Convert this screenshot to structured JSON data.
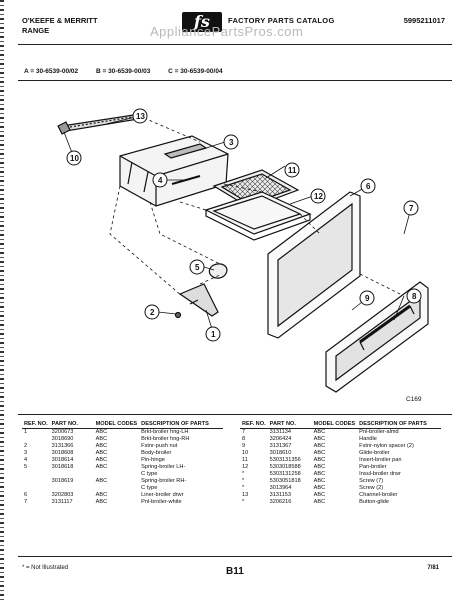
{
  "header": {
    "left_line1": "O'KEEFE & MERRITT",
    "left_line2": "RANGE",
    "logo": "fs",
    "center": "FACTORY PARTS CATALOG",
    "right": "5995211017",
    "watermark": "AppliancePartsPros.com"
  },
  "models": [
    "A = 30-6539-00/02",
    "B = 30-6539-00/03",
    "C = 30-6539-00/04"
  ],
  "diagram": {
    "callouts": [
      "13",
      "10",
      "3",
      "4",
      "11",
      "12",
      "6",
      "7",
      "5",
      "8",
      "9",
      "2",
      "1"
    ],
    "code": "C169"
  },
  "table_left": {
    "headers": {
      "ref": "REF. NO.",
      "part": "PART NO.",
      "codes": "MODEL CODES",
      "desc": "DESCRIPTION OF PARTS"
    },
    "rows": [
      {
        "ref": "1",
        "part": "3200673",
        "codes": "ABC",
        "desc": "Brkt-broiler hng-LH"
      },
      {
        "ref": "",
        "part": "3018690",
        "codes": "ABC",
        "desc": "Brkt-broiler hng-RH"
      },
      {
        "ref": "2",
        "part": "3131366",
        "codes": "ABC",
        "desc": "Fstnr-push nut"
      },
      {
        "ref": "3",
        "part": "3018608",
        "codes": "ABC",
        "desc": "Body-broiler"
      },
      {
        "ref": "4",
        "part": "3018614",
        "codes": "ABC",
        "desc": "Pin-hinge"
      },
      {
        "ref": "5",
        "part": "3018618",
        "codes": "ABC",
        "desc": "Spring-broiler LH-"
      },
      {
        "ref": "",
        "part": "",
        "codes": "",
        "desc": "C type"
      },
      {
        "ref": "",
        "part": "3018619",
        "codes": "ABC",
        "desc": "Spring-broiler RH-"
      },
      {
        "ref": "",
        "part": "",
        "codes": "",
        "desc": "C type"
      },
      {
        "ref": "6",
        "part": "3202803",
        "codes": "ABC",
        "desc": "Liner-broiler drwr"
      },
      {
        "ref": "7",
        "part": "3131117",
        "codes": "ABC",
        "desc": "Pnl-broiler-white"
      }
    ]
  },
  "table_right": {
    "headers": {
      "ref": "REF. NO.",
      "part": "PART NO.",
      "codes": "MODEL CODES",
      "desc": "DESCRIPTION OF PARTS"
    },
    "rows": [
      {
        "ref": "7",
        "part": "3131134",
        "codes": "ABC",
        "desc": "Pnl-broiler-almd"
      },
      {
        "ref": "8",
        "part": "3206424",
        "codes": "ABC",
        "desc": "Handle"
      },
      {
        "ref": "9",
        "part": "3131367",
        "codes": "ABC",
        "desc": "Fstnr-nylon spacer (2)"
      },
      {
        "ref": "10",
        "part": "3018610",
        "codes": "ABC",
        "desc": "Glide-broiler"
      },
      {
        "ref": "11",
        "part": "5303131356",
        "codes": "ABC",
        "desc": "Insert-broiler pan"
      },
      {
        "ref": "12",
        "part": "5303018588",
        "codes": "ABC",
        "desc": "Pan-broiler"
      },
      {
        "ref": "*",
        "part": "5303131258",
        "codes": "ABC",
        "desc": "Insul-broiler drwr"
      },
      {
        "ref": "*",
        "part": "5303051818",
        "codes": "ABC",
        "desc": "Screw (7)"
      },
      {
        "ref": "*",
        "part": "3013964",
        "codes": "ABC",
        "desc": "Screw (2)"
      },
      {
        "ref": "13",
        "part": "3131153",
        "codes": "ABC",
        "desc": "Channel-broiler"
      },
      {
        "ref": "*",
        "part": "3206216",
        "codes": "ABC",
        "desc": "Button-glide"
      }
    ]
  },
  "footer": {
    "note": "* = Not Illustrated",
    "page": "B11",
    "date": "7/81"
  }
}
